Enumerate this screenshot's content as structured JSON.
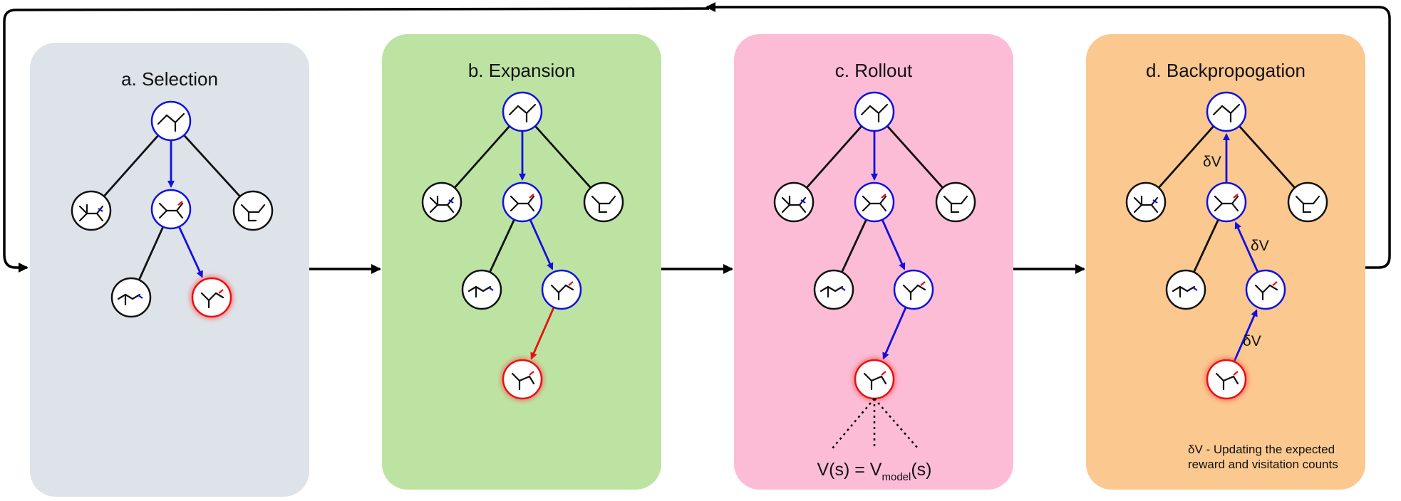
{
  "panels": [
    {
      "title": "a. Selection",
      "color": "#dde3e8"
    },
    {
      "title": "b. Expansion",
      "color": "#bde3a3"
    },
    {
      "title": "c. Rollout",
      "color": "#fcbcd6"
    },
    {
      "title": "d. Backpropogation",
      "color": "#fbc88f"
    }
  ],
  "labels": {
    "delta_v": "δV",
    "value_lhs": "V(s) = V",
    "value_sub": "model",
    "value_rhs": "(s)"
  },
  "legend": {
    "line1": "δV - Updating the expected",
    "line2": "reward and visitation counts"
  },
  "colors": {
    "selected_path": "#1010e0",
    "new_node": "#e81010",
    "edge": "#111111",
    "node_fill": "#ffffff"
  }
}
